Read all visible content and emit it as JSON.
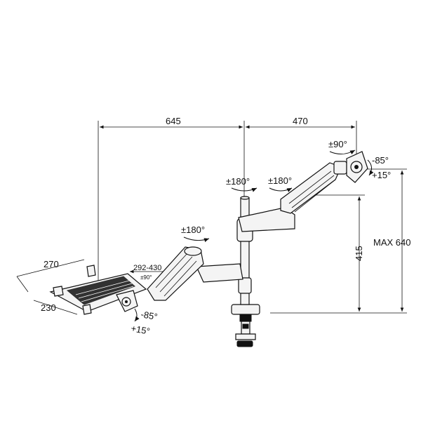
{
  "dimensions": {
    "reach_left": "645",
    "reach_right": "470",
    "height_arm": "415",
    "height_max": "MAX 640",
    "tray_width": "270",
    "tray_depth": "230",
    "tray_adjust": "292-430"
  },
  "angles": {
    "monitor_rotate": "±90°",
    "monitor_tilt_down": "-85°",
    "monitor_tilt_up": "+15°",
    "right_arm_pole": "±180°",
    "right_arm_joint": "±180°",
    "left_arm_joint": "±180°",
    "tray_rotate": "±90°",
    "tray_tilt_down": "-85°",
    "tray_tilt_up": "+15°"
  }
}
